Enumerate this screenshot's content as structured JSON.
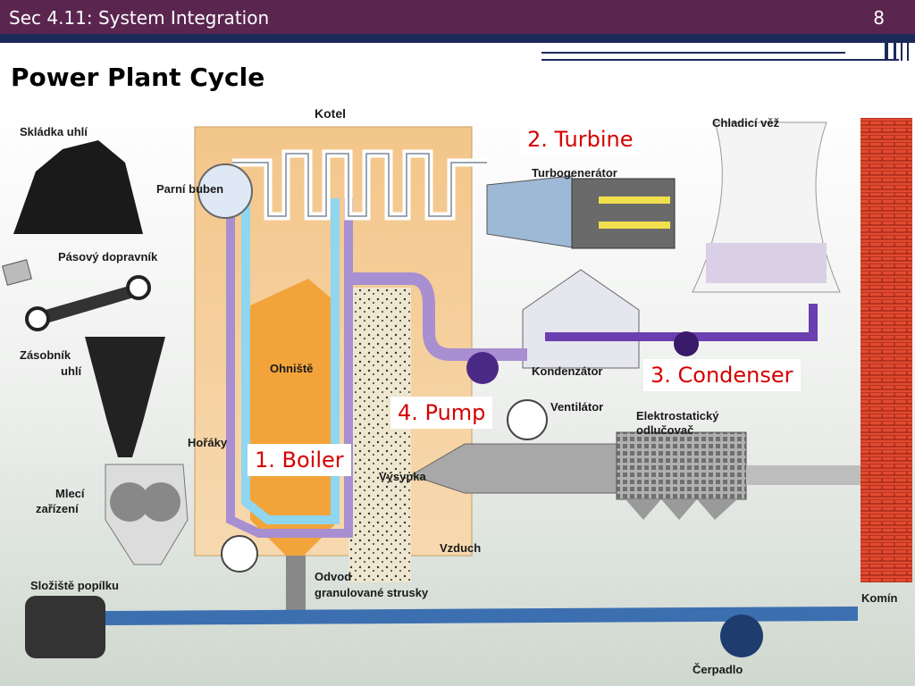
{
  "slide": {
    "section_title": "Sec 4.11: System Integration",
    "page_number": "8",
    "heading": "Power Plant Cycle"
  },
  "callouts": {
    "turbine": "2. Turbine",
    "condenser": "3. Condenser",
    "pump": "4. Pump",
    "boiler": "1. Boiler"
  },
  "diagram_labels": {
    "kotel": "Kotel",
    "skladka": "Skládka uhlí",
    "parni_buben": "Parní buben",
    "turbogenerator": "Turbogenerátor",
    "chladici_vez": "Chladicí věž",
    "pasovy": "Pásový dopravník",
    "zasobnik_1": "Zásobník",
    "zasobnik_2": "uhlí",
    "ohniste": "Ohniště",
    "kondenzator": "Kondenzátor",
    "ventilator": "Ventilátor",
    "elektro_1": "Elektrostatický",
    "elektro_2": "odlučovač",
    "horaky": "Hořáky",
    "vysypka": "Výsypka",
    "mleci_1": "Mlecí",
    "mleci_2": "zařízení",
    "vzduch": "Vzduch",
    "odvod_1": "Odvod",
    "odvod_2": "granulované strusky",
    "skladiste": "Složiště popílku",
    "komin": "Komín",
    "cerpadlo": "Čerpadlo"
  },
  "colors": {
    "title_bar": "#5a2650",
    "accent_bar": "#1b2a5a",
    "callout_text": "#d60000",
    "steam_pipe": "#a78fd1",
    "water_pipe": "#8fd6f0",
    "flue_gas": "#9a9a9a",
    "chimney": "#e0402a"
  }
}
